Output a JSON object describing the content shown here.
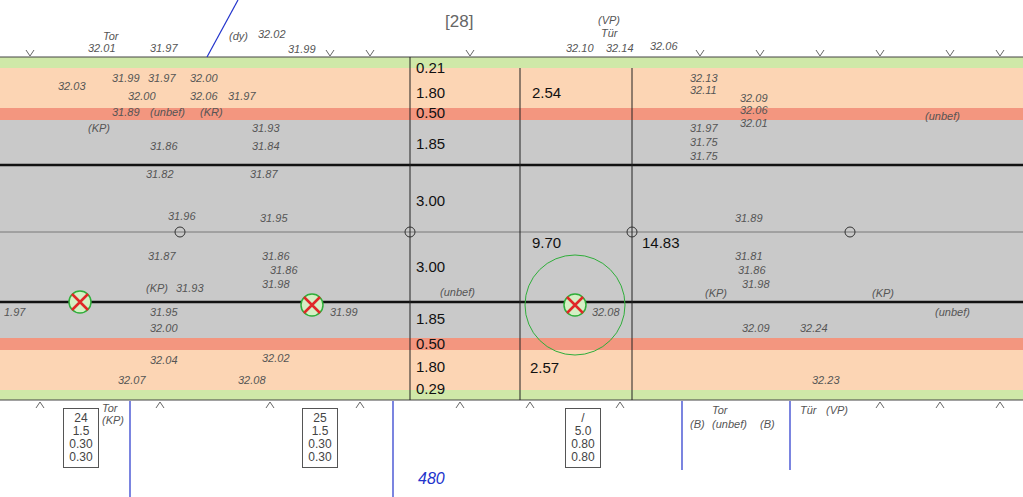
{
  "diagram": {
    "nodes": [
      {
        "text": [
          "24",
          "1.5",
          "0.30",
          "0.30"
        ]
      },
      {
        "text": [
          "25",
          "1.5",
          "0.30",
          "0.30"
        ]
      },
      {
        "text": [
          "/",
          "5.0",
          "0.80",
          "0.80"
        ]
      }
    ],
    "labels": [
      "[28]",
      "32.01",
      "Tor",
      "31.97",
      "(dy)",
      "32.02",
      "31.99",
      "(VP)",
      "Tür",
      "32.10",
      "32.14",
      "32.06",
      "32.03",
      "31.99",
      "31.97",
      "32.00",
      "32.00",
      "32.06",
      "31.97",
      "31.89",
      "(unbef)",
      "(KR)",
      "(KP)",
      "31.93",
      "32.13",
      "32.11",
      "32.09",
      "32.06",
      "32.01",
      "(unbef)",
      "31.97",
      "31.75",
      "31.75",
      "31.86",
      "31.84",
      "31.82",
      "31.87",
      "0.21",
      "1.80",
      "0.50",
      "1.85",
      "2.54",
      "3.00",
      "31.96",
      "31.95",
      "31.89",
      "9.70",
      "14.83",
      "3.00",
      "31.87",
      "31.86",
      "31.86",
      "31.98",
      "(KP)",
      "31.93",
      "31.81",
      "31.86",
      "31.98",
      "(KP)",
      "(KP)",
      "(unbef)",
      "(unbef)",
      "1.97",
      "31.95",
      "31.99",
      "32.08",
      "1.85",
      "32.00",
      "32.09",
      "32.24",
      "0.50",
      "2.57",
      "32.04",
      "32.02",
      "1.80",
      "32.07",
      "32.08",
      "32.23",
      "0.29",
      "Tor",
      "(KP)",
      "Tor",
      "(B)",
      "(unbef)",
      "(B)",
      "Tür",
      "(VP)",
      "480"
    ]
  }
}
